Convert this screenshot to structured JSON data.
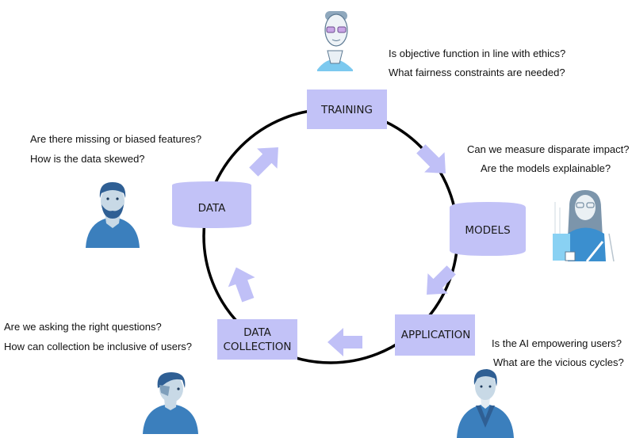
{
  "colors": {
    "box_fill": "#c2c2f7",
    "arrow_fill": "#c0c0f7",
    "circle_stroke": "#000000",
    "person_dark": "#2f5f94",
    "person_shirt": "#3b7fbd",
    "person_skin": "#c8d9e6",
    "person_light_shirt": "#7cc9ef"
  },
  "stages": [
    {
      "id": "training",
      "label": "TRAINING",
      "shape": "rectangle"
    },
    {
      "id": "models",
      "label": "MODELS",
      "shape": "cylinder"
    },
    {
      "id": "application",
      "label": "APPLICATION",
      "shape": "rectangle"
    },
    {
      "id": "data_collection",
      "label_lines": [
        "DATA",
        "COLLECTION"
      ],
      "shape": "rectangle"
    },
    {
      "id": "data",
      "label": "DATA",
      "shape": "cylinder"
    }
  ],
  "questions": {
    "training": [
      "Is objective function in line with ethics?",
      "What fairness constraints are needed?"
    ],
    "models": [
      "Can we measure disparate impact?",
      "Are the models explainable?"
    ],
    "application": [
      "Is the AI empowering users?",
      "What are the vicious cycles?"
    ],
    "data_collection": [
      "Are we asking the right questions?",
      "How can collection be inclusive of users?"
    ],
    "data": [
      "Are there missing or biased features?",
      "How is the data skewed?"
    ]
  },
  "icons": {
    "training_person": "person-with-glasses-icon",
    "models_person": "woman-at-laptop-icon",
    "application_person": "man-in-sweater-icon",
    "data_collection_person": "person-with-hair-icon",
    "data_person": "bearded-man-icon",
    "flow_arrow": "arrow-icon"
  }
}
